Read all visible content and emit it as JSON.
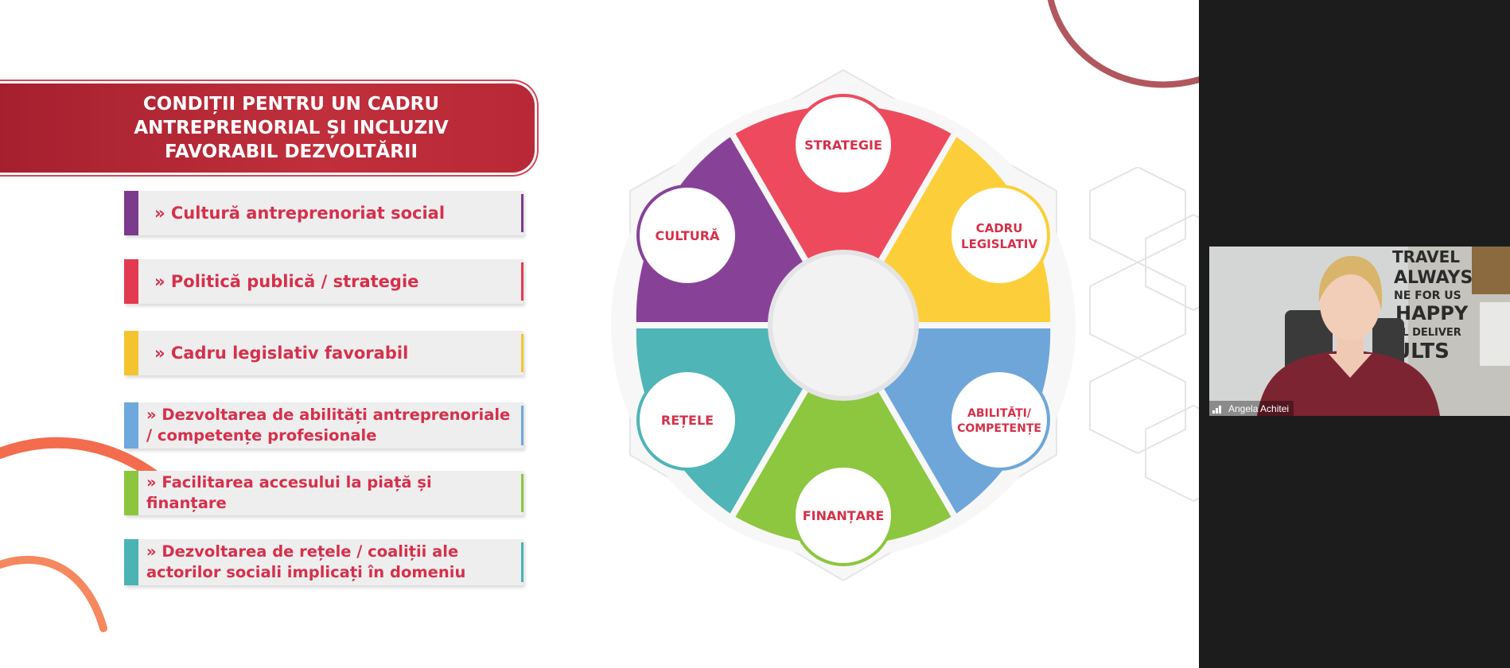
{
  "slide": {
    "title": "CONDIȚII PENTRU UN CADRU ANTREPRENORIAL ȘI INCLUZIV FAVORABIL DEZVOLTĂRII",
    "items": [
      {
        "label": "» Cultură antreprenoriat social",
        "color": "#7b3a8c"
      },
      {
        "label": "» Politică publică / strategie",
        "color": "#e23a51"
      },
      {
        "label": "» Cadru legislativ favorabil",
        "color": "#f4c430"
      },
      {
        "label": "» Dezvoltarea de abilități antreprenoriale / competențe profesionale",
        "color": "#6fa8dc"
      },
      {
        "label": "» Facilitarea accesului la piață și finanțare",
        "color": "#8cc63f"
      },
      {
        "label": "» Dezvoltarea de rețele / coaliții ale actorilor sociali implicați în domeniu",
        "color": "#4ab3b3"
      }
    ],
    "wheel": [
      {
        "label": "STRATEGIE",
        "color": "#ee4a5e"
      },
      {
        "label": "CADRU",
        "label2": "LEGISLATIV",
        "color": "#fccf3a"
      },
      {
        "label": "ABILITĂȚI/",
        "label2": "COMPETENȚE",
        "color": "#6ea6d9"
      },
      {
        "label": "FINANȚARE",
        "color": "#8dc63f"
      },
      {
        "label": "REȚELE",
        "color": "#4fb5b6"
      },
      {
        "label": "CULTURĂ",
        "color": "#874298"
      }
    ]
  },
  "participant": {
    "name": "Angela Achitei",
    "background_text": [
      "TRAVEL",
      "ALWAYS",
      "NE FOR US",
      "HAPPY",
      "'LL DELIVER",
      "ULTS"
    ]
  }
}
